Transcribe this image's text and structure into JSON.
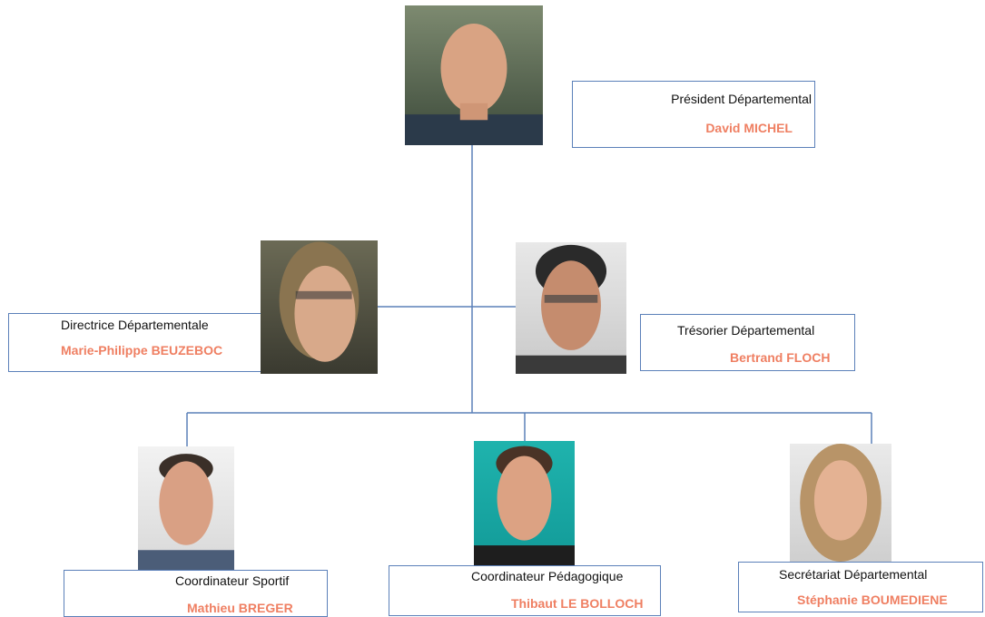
{
  "colors": {
    "connector": "#5b80b9",
    "box_border": "#5b80b9",
    "name_text": "#ef7f62",
    "role_text": "#111111"
  },
  "members": {
    "president": {
      "role": "Président Départemental",
      "name": "David MICHEL"
    },
    "directrice": {
      "role": "Directrice Départementale",
      "name": "Marie-Philippe BEUZEBOC"
    },
    "tresorier": {
      "role": "Trésorier Départemental",
      "name": "Bertrand FLOCH"
    },
    "coord_sportif": {
      "role": "Coordinateur Sportif",
      "name": "Mathieu BREGER"
    },
    "coord_pedago": {
      "role": "Coordinateur Pédagogique",
      "name": "Thibaut LE BOLLOCH"
    },
    "secretariat": {
      "role": "Secrétariat Départemental",
      "name": "Stéphanie BOUMEDIENE"
    }
  }
}
